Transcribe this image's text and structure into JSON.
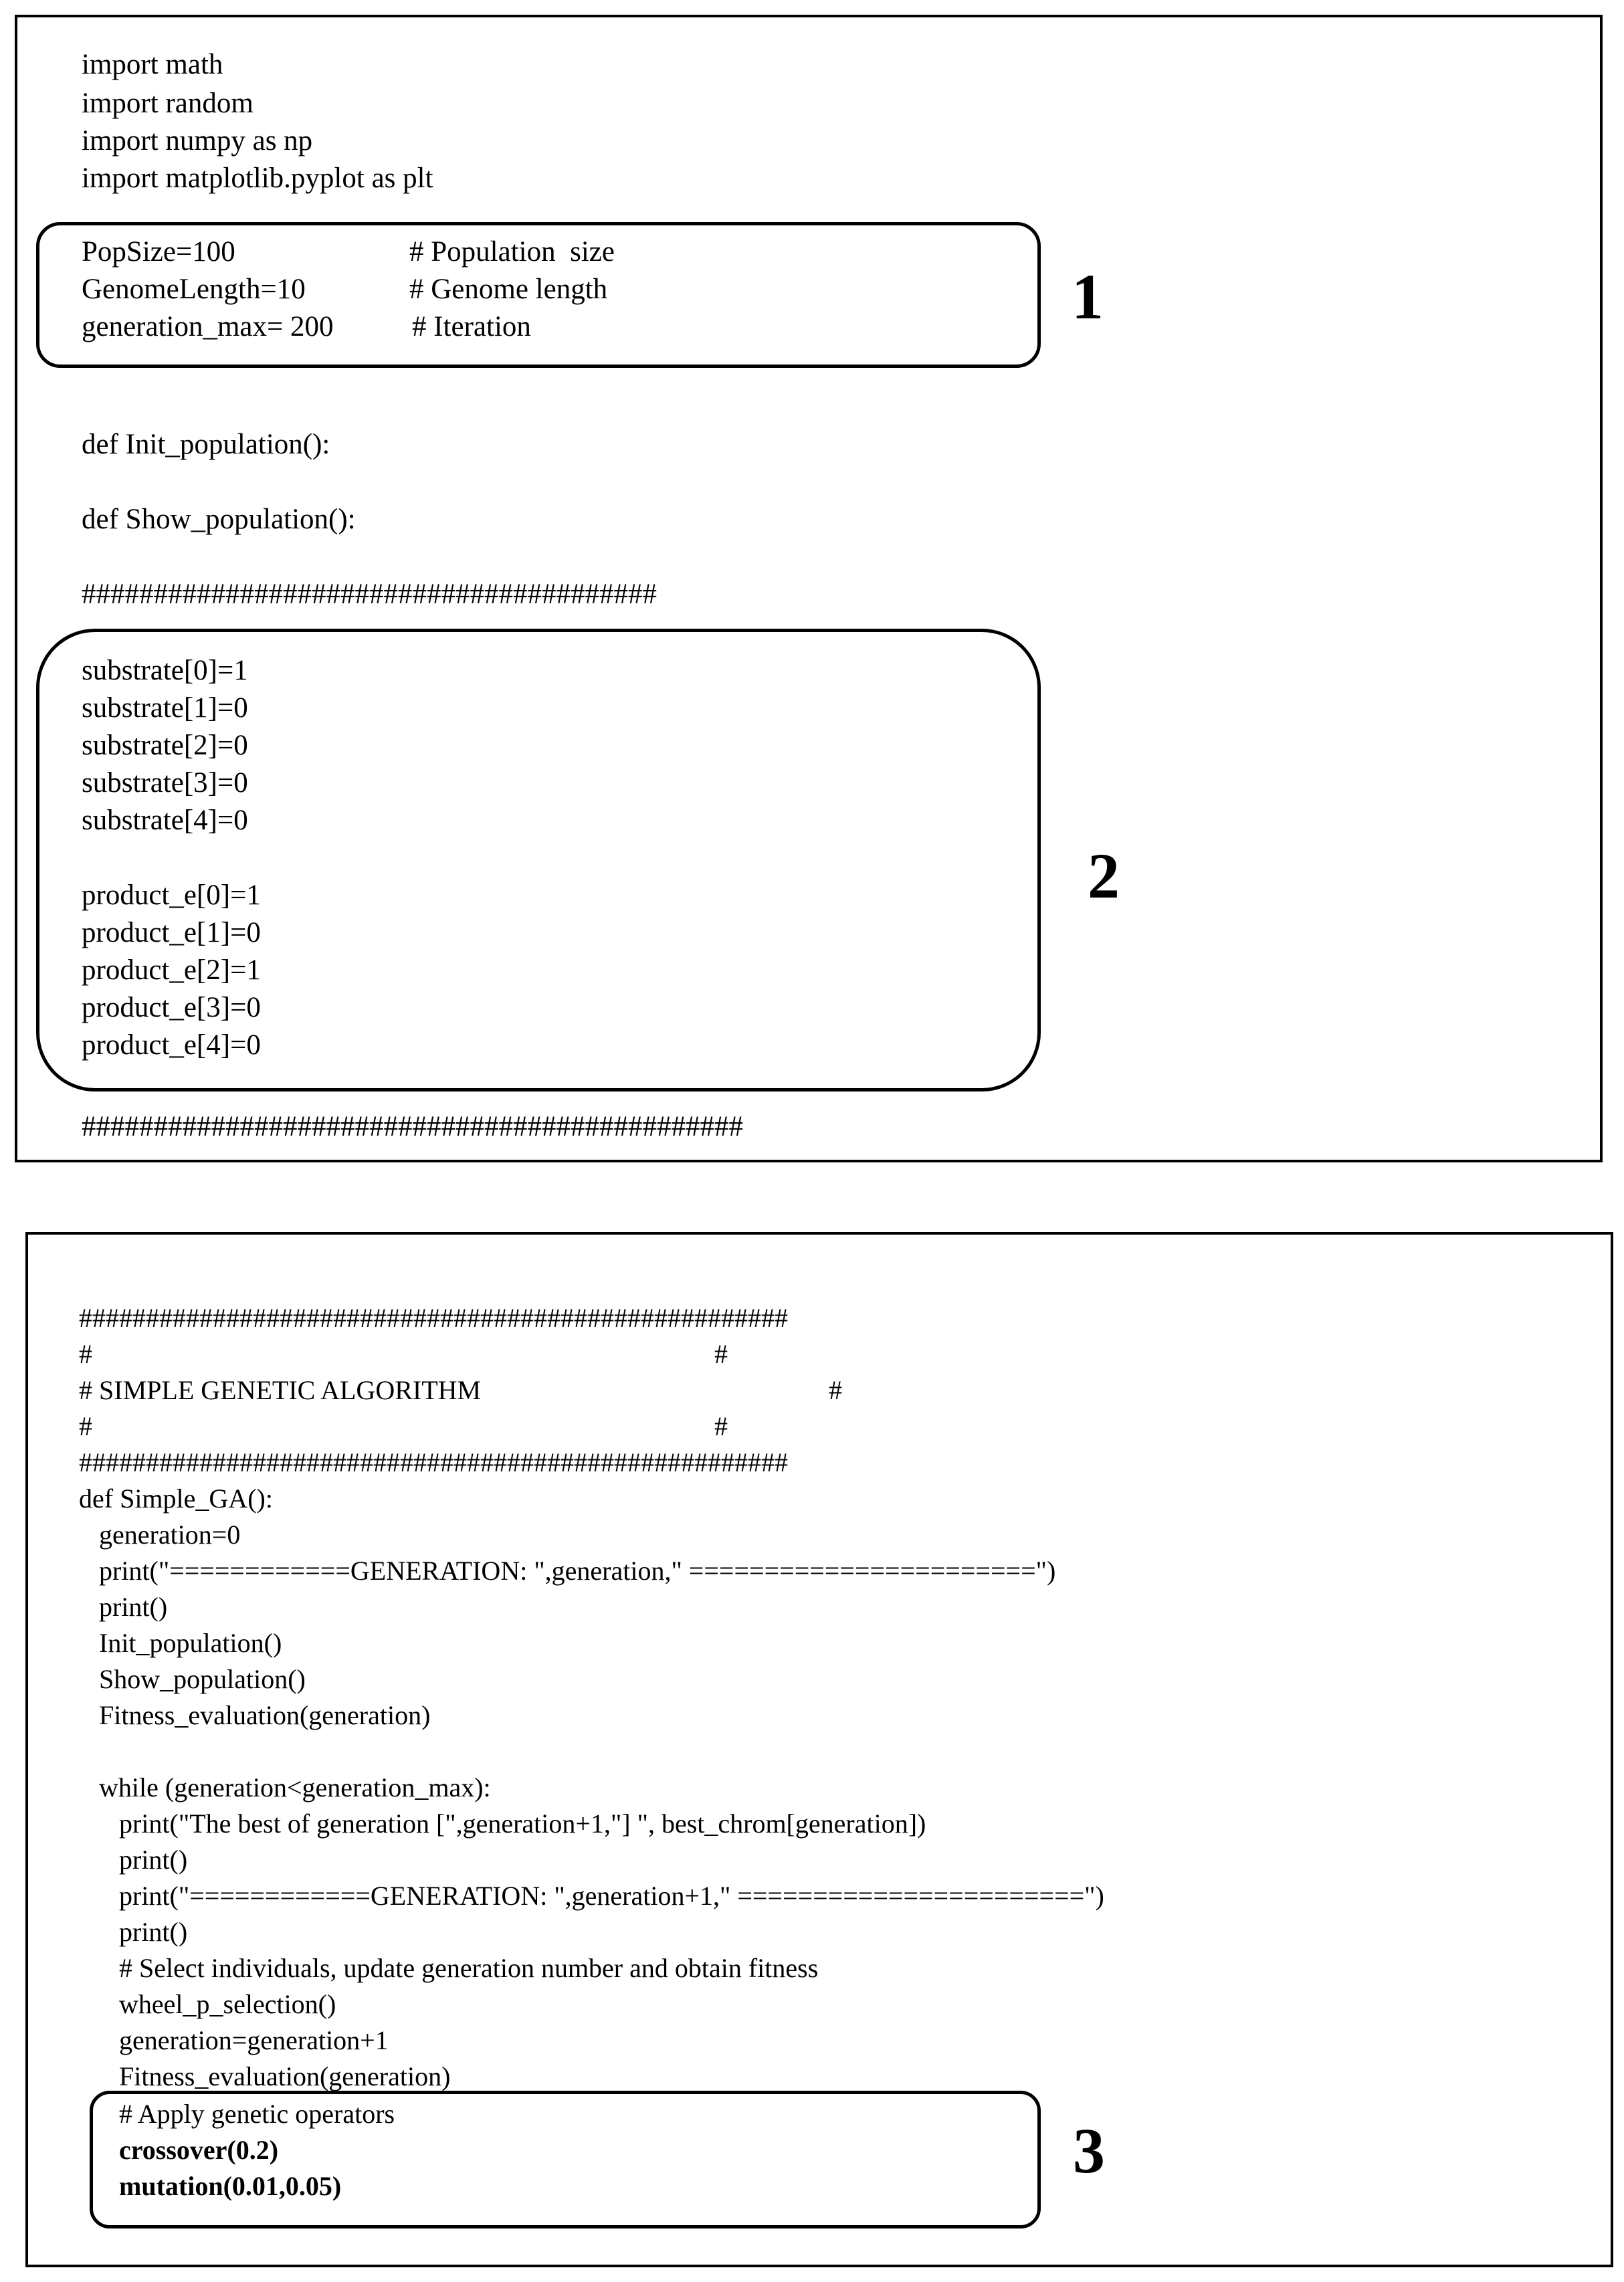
{
  "panel1": {
    "imports": [
      "import math",
      "import random",
      "import numpy as np",
      "import matplotlib.pyplot as plt"
    ],
    "params": [
      {
        "code": "PopSize=100",
        "comment": "# Population  size"
      },
      {
        "code": "GenomeLength=10",
        "comment": "# Genome length"
      },
      {
        "code": "generation_max= 200",
        "comment": "# Iteration"
      }
    ],
    "defs": [
      "def Init_population():",
      "def Show_population():"
    ],
    "separator_top": "########################################",
    "substrate": [
      "substrate[0]=1",
      "substrate[1]=0",
      "substrate[2]=0",
      "substrate[3]=0",
      "substrate[4]=0"
    ],
    "product": [
      "product_e[0]=1",
      "product_e[1]=0",
      "product_e[2]=1",
      "product_e[3]=0",
      "product_e[4]=0"
    ],
    "separator_bottom": "##############################################",
    "marker1": "1",
    "marker2": "2"
  },
  "panel2": {
    "lines": [
      "#####################################################",
      "#                                                                                             #",
      "# SIMPLE GENETIC ALGORITHM                                                    #",
      "#                                                                                             #",
      "#####################################################",
      "def Simple_GA():",
      "   generation=0",
      "   print(\"============GENERATION: \",generation,\" =======================\")",
      "   print()",
      "   Init_population()",
      "   Show_population()",
      "   Fitness_evaluation(generation)",
      "",
      "   while (generation<generation_max):",
      "      print(\"The best of generation [\",generation+1,\"] \", best_chrom[generation])",
      "      print()",
      "      print(\"============GENERATION: \",generation+1,\" =======================\")",
      "      print()",
      "      # Select individuals, update generation number and obtain fitness",
      "      wheel_p_selection()",
      "      generation=generation+1",
      "      Fitness_evaluation(generation)",
      "      # Apply genetic operators",
      "      crossover(0.2)",
      "      mutation(0.01,0.05)"
    ],
    "marker3": "3"
  }
}
